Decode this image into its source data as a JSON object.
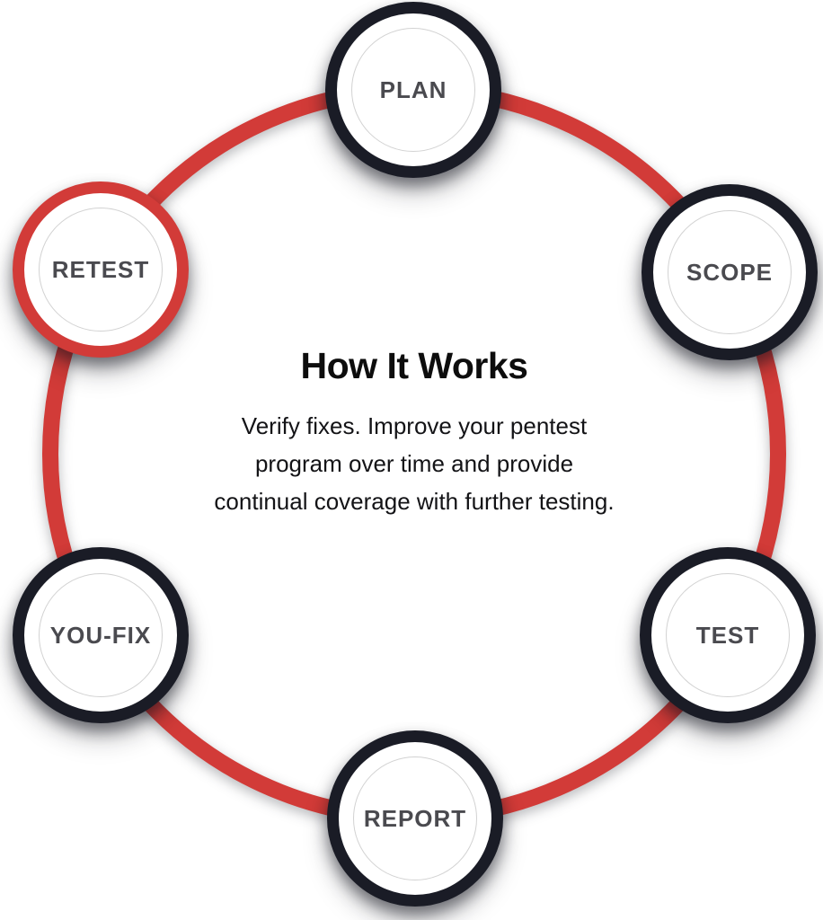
{
  "diagram": {
    "title": "How It Works",
    "description_lines": [
      "Verify fixes. Improve your pentest",
      "program over time and provide",
      "continual coverage with further testing."
    ],
    "nodes": [
      {
        "label": "PLAN",
        "variant": "dark",
        "position": "top"
      },
      {
        "label": "SCOPE",
        "variant": "dark",
        "position": "upper-right"
      },
      {
        "label": "TEST",
        "variant": "dark",
        "position": "lower-right"
      },
      {
        "label": "REPORT",
        "variant": "dark",
        "position": "bottom"
      },
      {
        "label": "YOU-FIX",
        "variant": "dark",
        "position": "lower-left"
      },
      {
        "label": "RETEST",
        "variant": "red",
        "position": "upper-left"
      }
    ],
    "colors": {
      "connector_ring_red": "#d23b38",
      "node_border_dark": "#1a1c26",
      "node_border_highlight": "#d23b38",
      "node_label_gray": "#4a4a4f",
      "title_black": "#0d0d0d",
      "body_text": "#131316",
      "node_fill": "#ffffff",
      "inner_ring_gray": "#d2d2d2"
    }
  }
}
